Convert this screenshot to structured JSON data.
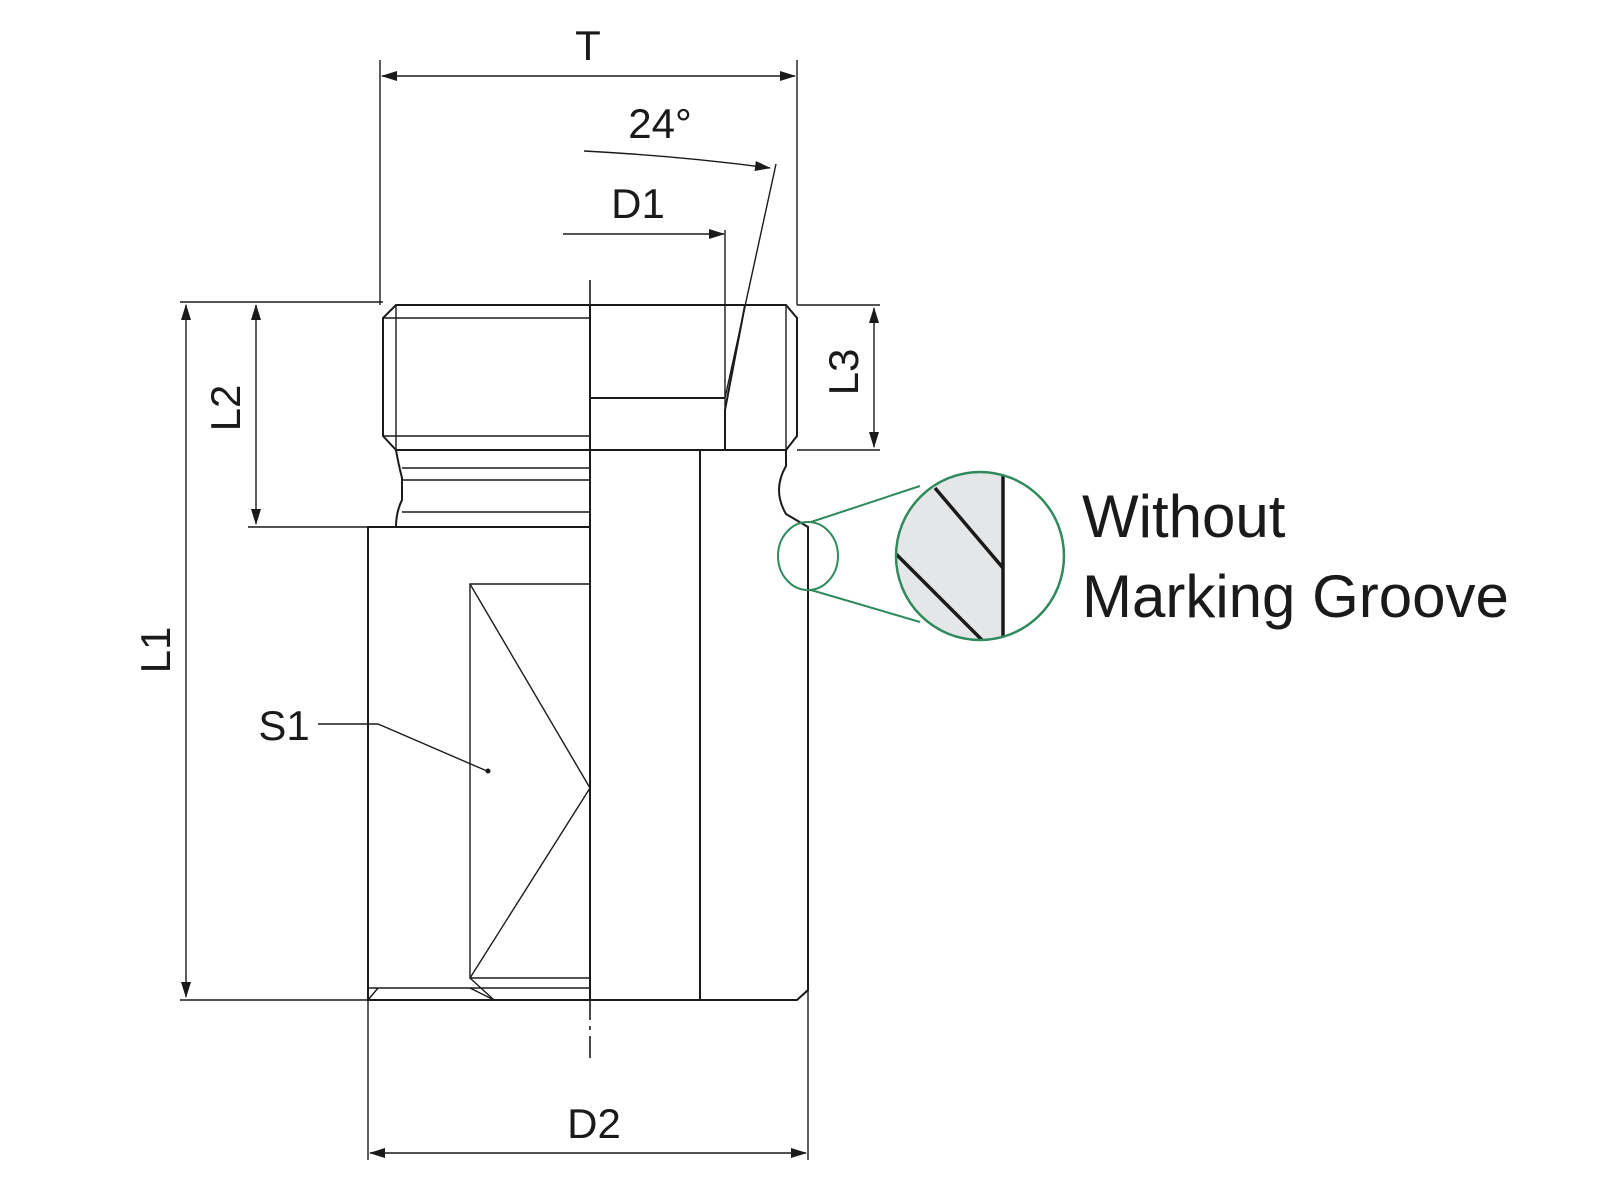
{
  "labels": {
    "T": "T",
    "angle": "24°",
    "D1": "D1",
    "D2": "D2",
    "L1": "L1",
    "L2": "L2",
    "L3": "L3",
    "S1": "S1"
  },
  "callout": {
    "line1": "Without",
    "line2": "Marking Groove"
  },
  "colors": {
    "body_fill": "#e5e6e8",
    "line": "#1a1a1a",
    "callout_green": "#2f8a5c"
  }
}
